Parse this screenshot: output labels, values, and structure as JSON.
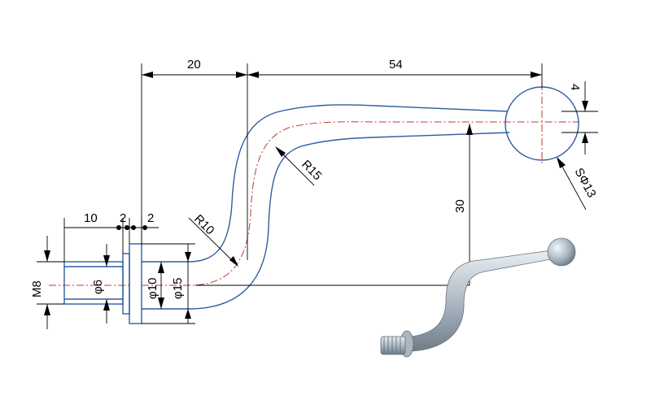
{
  "dimensions": {
    "top_left": "20",
    "top_right": "54",
    "ball_offset": "4",
    "ball_dia": "SΦ13",
    "bend_r_large": "R15",
    "bend_r_small": "R10",
    "height": "30",
    "thread_len": "10",
    "flange_gap1": "2",
    "flange_gap2": "2",
    "thread_size": "M8",
    "inner_dia": "φ6",
    "shaft_dia": "φ10",
    "flange_dia": "φ15"
  },
  "colors": {
    "part_outline": "#2f5f9e",
    "centerline": "#c0392b",
    "dimension": "#000000",
    "render_metal": "#b9c6d1"
  }
}
